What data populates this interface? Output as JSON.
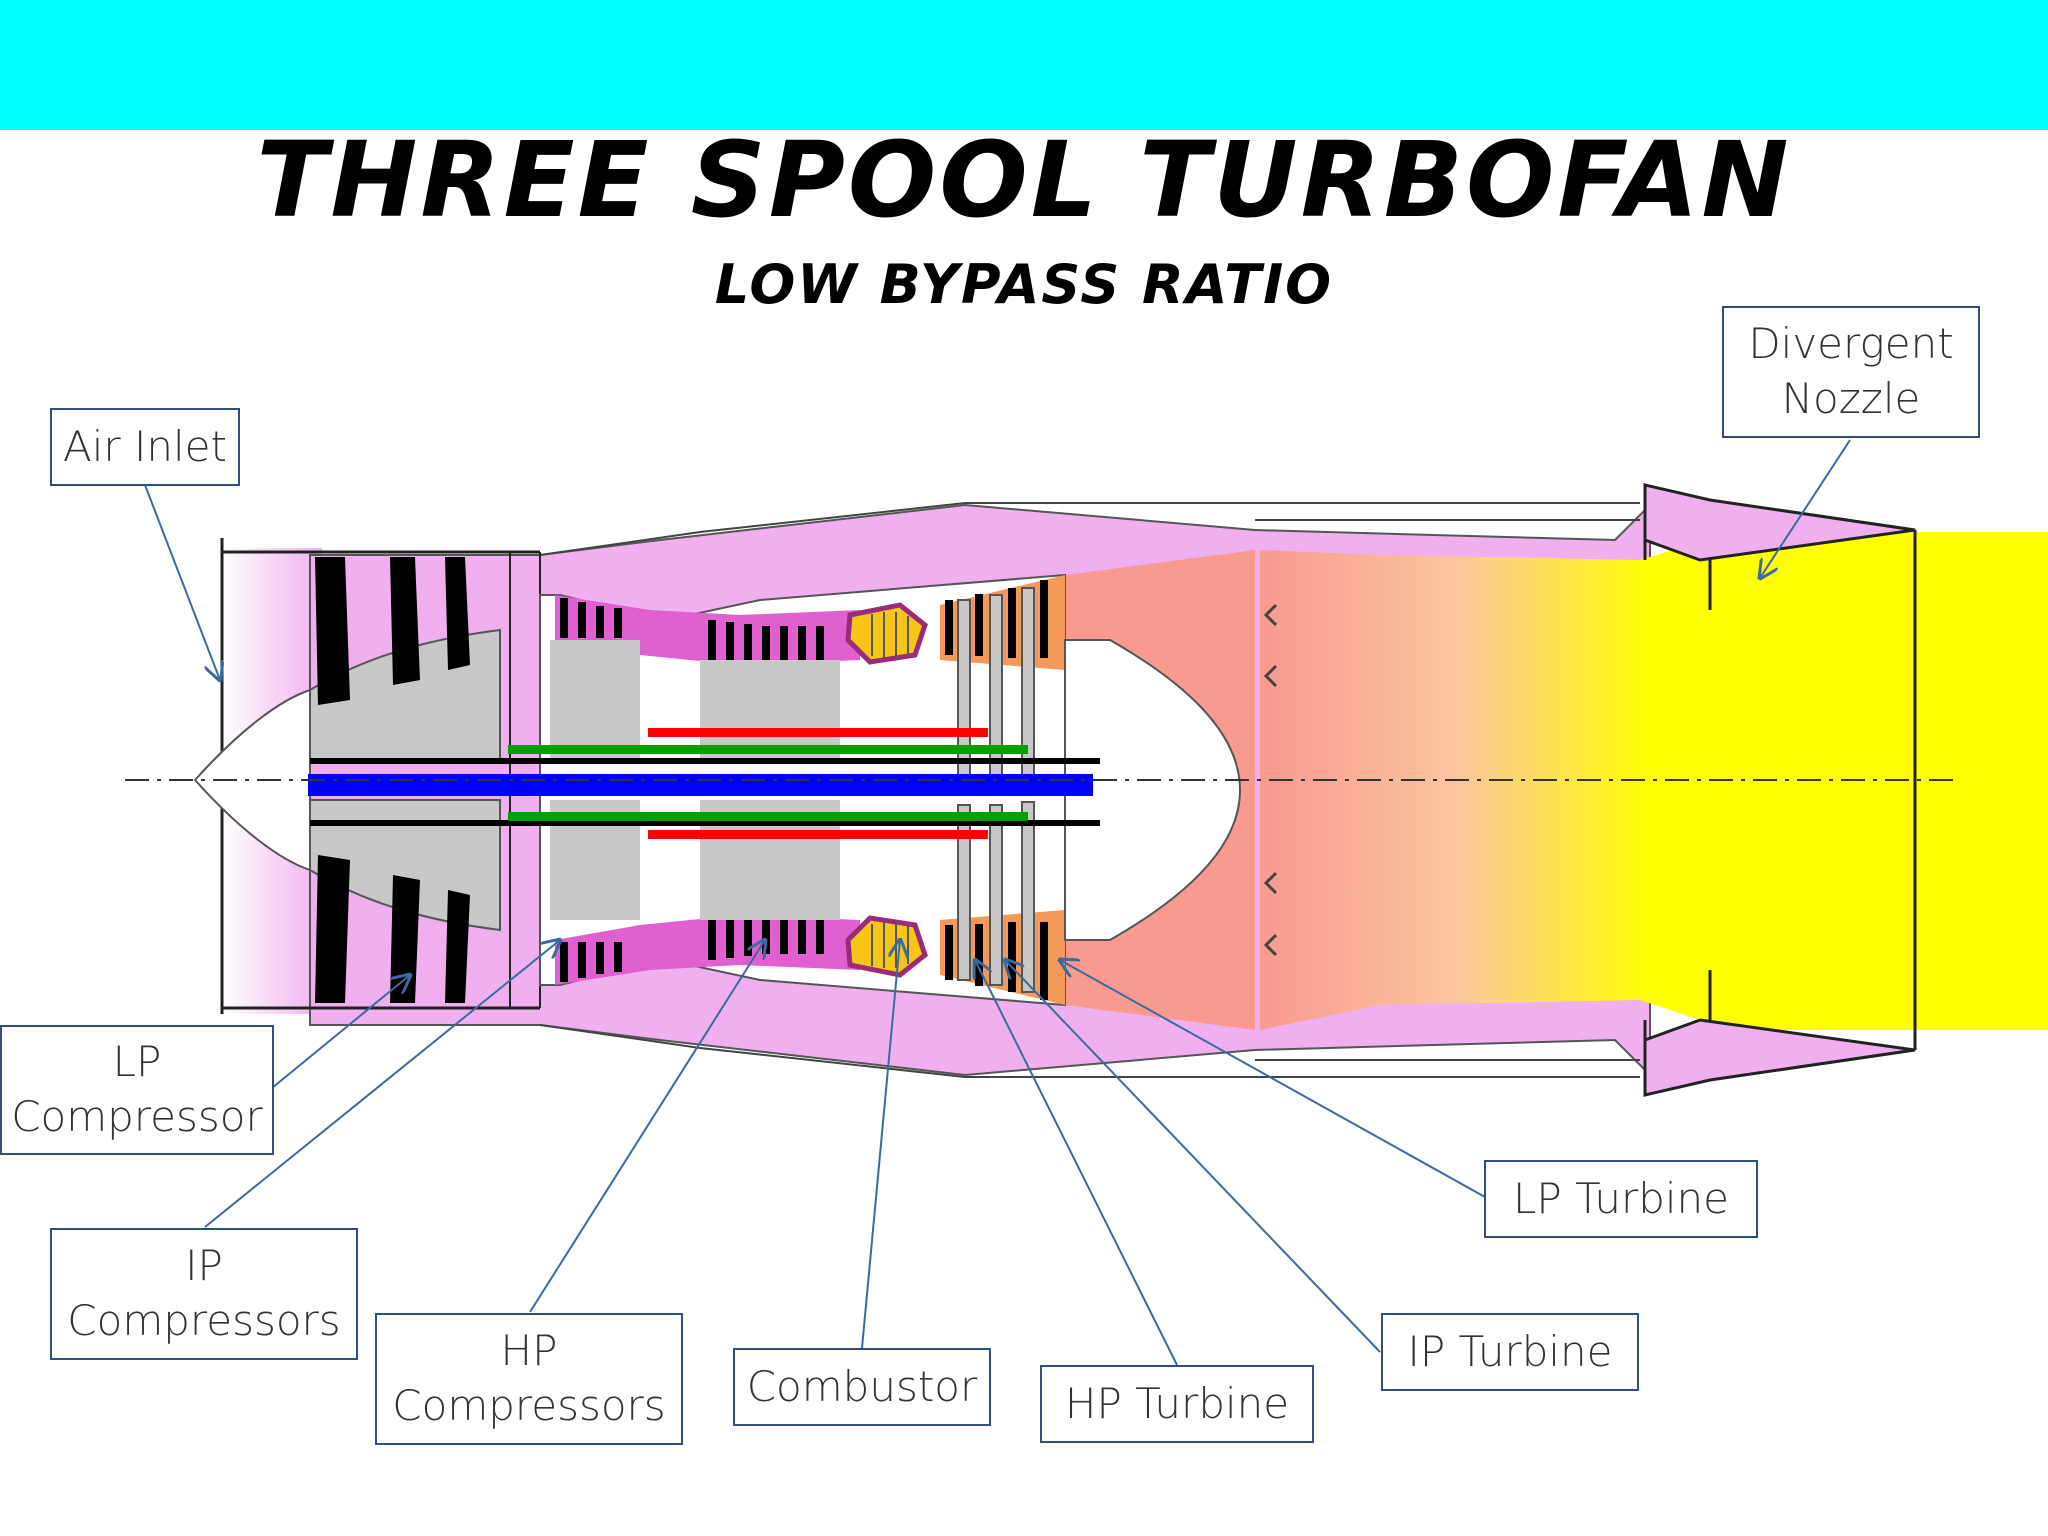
{
  "header": {
    "title": "THREE SPOOL TURBOFAN",
    "subtitle": "LOW BYPASS RATIO",
    "bar_color": "#00ffff"
  },
  "labels": {
    "air_inlet": "Air Inlet",
    "divergent_nozzle": "Divergent\nNozzle",
    "lp_compressor": "LP\nCompressor",
    "ip_compressors": "IP\nCompressors",
    "hp_compressors": "HP\nCompressors",
    "combustor": "Combustor",
    "hp_turbine": "HP Turbine",
    "ip_turbine": "IP Turbine",
    "lp_turbine": "LP Turbine"
  },
  "colors": {
    "bypass_duct": "#f0b0f0",
    "hp_shaft": "#ff0000",
    "ip_shaft": "#00a000",
    "lp_shaft": "#0000ff",
    "exhaust_hot": "#f89a90",
    "exhaust_plume": "#ffff00",
    "combustor": "#f5c518",
    "label_border": "#2f4f7f"
  }
}
